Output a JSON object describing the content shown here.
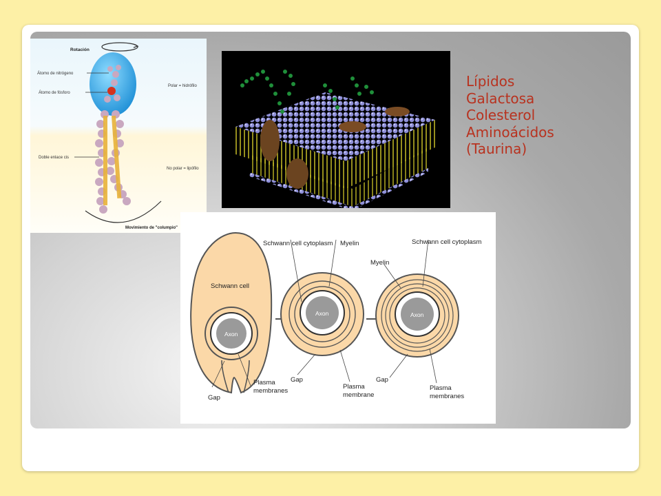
{
  "slide": {
    "text_lines": [
      "Lípidos",
      "Galactosa",
      "Colesterol",
      "Aminoácidos",
      "(Taurina)"
    ],
    "accent_color": "#b8321f"
  },
  "phospholipid_diagram": {
    "labels": {
      "rotation": "Rotación",
      "nitrogen": "Átomo de nitrógeno",
      "phosphorus": "Átomo de fósforo",
      "double_bond": "Doble enlace cis",
      "polar": "Polar = hidrófilo",
      "nonpolar": "No polar = lipófilo",
      "swing": "Movimiento de \"columpio\""
    }
  },
  "myelin_diagram": {
    "labels": {
      "schwann_cell": "Schwann cell",
      "axon_1": "Axon",
      "axon_2": "Axon",
      "axon_3": "Axon",
      "gap_1": "Gap",
      "gap_2": "Gap",
      "gap_3": "Gap",
      "plasma_1a": "Plasma",
      "plasma_1b": "membranes",
      "cyto_2": "Schwann cell cytoplasm",
      "myelin_2": "Myelin",
      "plasma_2a": "Plasma",
      "plasma_2b": "membrane",
      "cyto_3": "Schwann cell cytoplasm",
      "myelin_3": "Myelin",
      "plasma_3a": "Plasma",
      "plasma_3b": "membranes"
    }
  }
}
